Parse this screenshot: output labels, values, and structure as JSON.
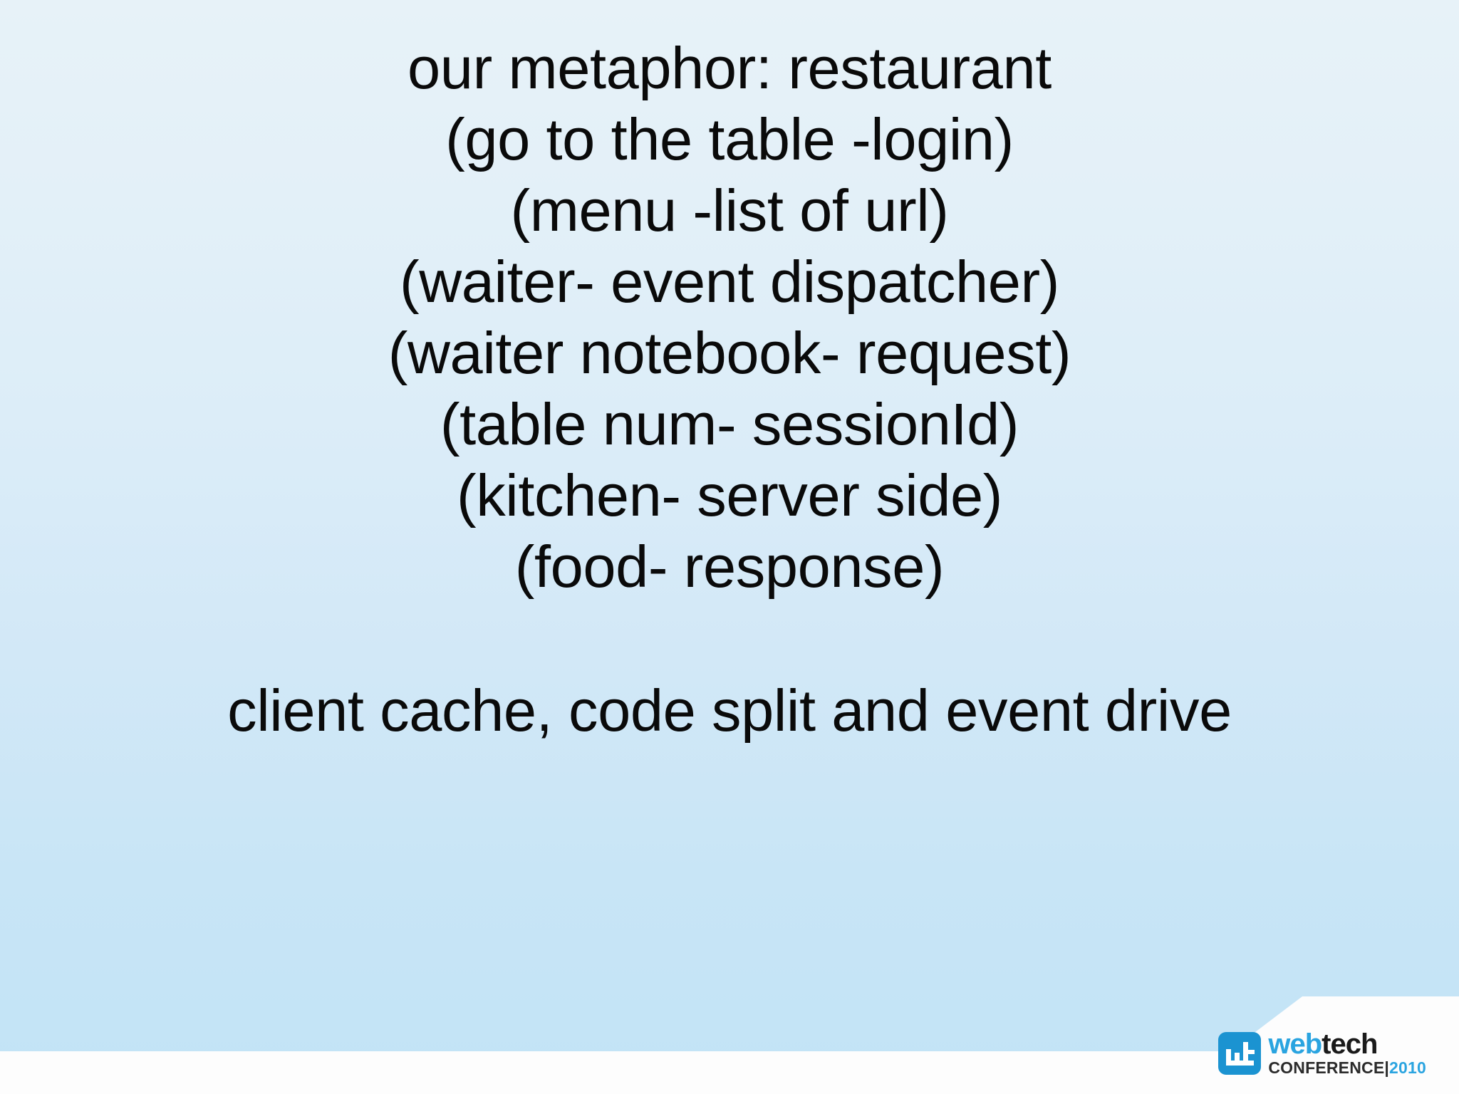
{
  "slide": {
    "background_top_color": "#e7f2f8",
    "background_bottom_color": "#c2e3f6",
    "text_color": "#0a0a0a",
    "lines": [
      "our metaphor: restaurant",
      "(go to the table -login)",
      "(menu -list of url)",
      "(waiter- event dispatcher)",
      "(waiter notebook- request)",
      "(table num- sessionId)",
      "(kitchen- server side)",
      "(food- response)",
      "",
      "client cache, code split and event drive"
    ]
  },
  "logo": {
    "mark_alt": "wt monogram",
    "mark_color": "#1b93d1",
    "accent_color": "#2aa4e0",
    "dark_color": "#1a1a1a",
    "word_web": "web",
    "word_tech": "tech",
    "conference_label": "CONFERENCE|",
    "year": "2010"
  }
}
